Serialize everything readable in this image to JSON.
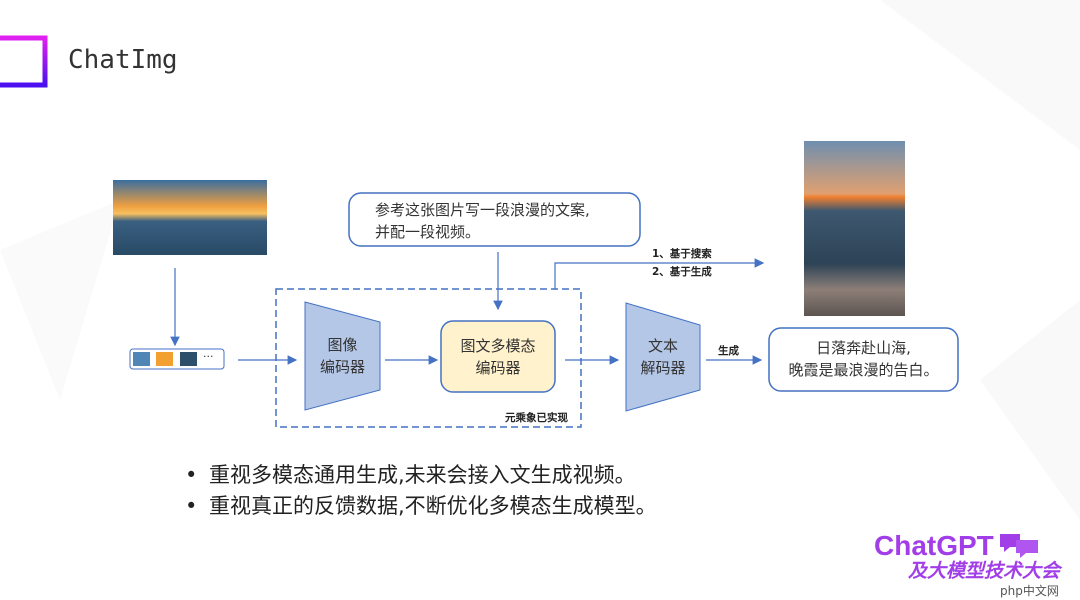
{
  "slide": {
    "title": "ChatImg",
    "accent": "#8a2be2"
  },
  "diagram": {
    "prompt": [
      "参考这张图片写一段浪漫的文案,",
      "并配一段视频。"
    ],
    "image_encoder": [
      "图像",
      "编码器"
    ],
    "multimodal_encoder": [
      "图文多模态",
      "编码器"
    ],
    "text_decoder": [
      "文本",
      "解码器"
    ],
    "generate_label": "生成",
    "output": [
      "日落奔赴山海,",
      "晚霞是最浪漫的告白。"
    ],
    "video_methods": [
      "1、基于搜索",
      "2、基于生成"
    ],
    "implemented_label": "元乘象已实现",
    "thumbnail_more": "···",
    "colors": {
      "line": "#4472c4",
      "encoder_fill": "#b4c7e7",
      "multimodal_fill": "#fff2cc"
    }
  },
  "bullets": [
    "重视多模态通用生成,未来会接入文生成视频。",
    "重视真正的反馈数据,不断优化多模态生成模型。"
  ],
  "logo": {
    "line1": "ChatGPT",
    "line2": "及大模型技术大会",
    "watermark": "php中文网"
  }
}
